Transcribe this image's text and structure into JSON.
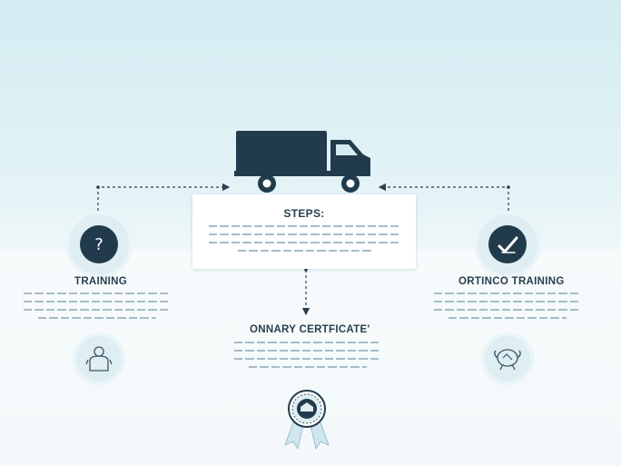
{
  "diagram": {
    "title": "STEPS:",
    "left_step": {
      "label": "TRAINING",
      "icon": "question-icon"
    },
    "right_step": {
      "label": "ORTINCO TRAINING",
      "icon": "checkmark-icon"
    },
    "bottom_step": {
      "label": "ONNARY CERTFICATE'",
      "icon": "award-ribbon-icon"
    },
    "top_icon": "delivery-truck-icon",
    "bottom_left_icon": "person-outline-icon",
    "bottom_right_icon": "certificate-outline-icon"
  },
  "colors": {
    "dark_navy": "#223b4c",
    "icon_circle": "#dfeef2",
    "placeholder_text": "#a5bcc8"
  }
}
